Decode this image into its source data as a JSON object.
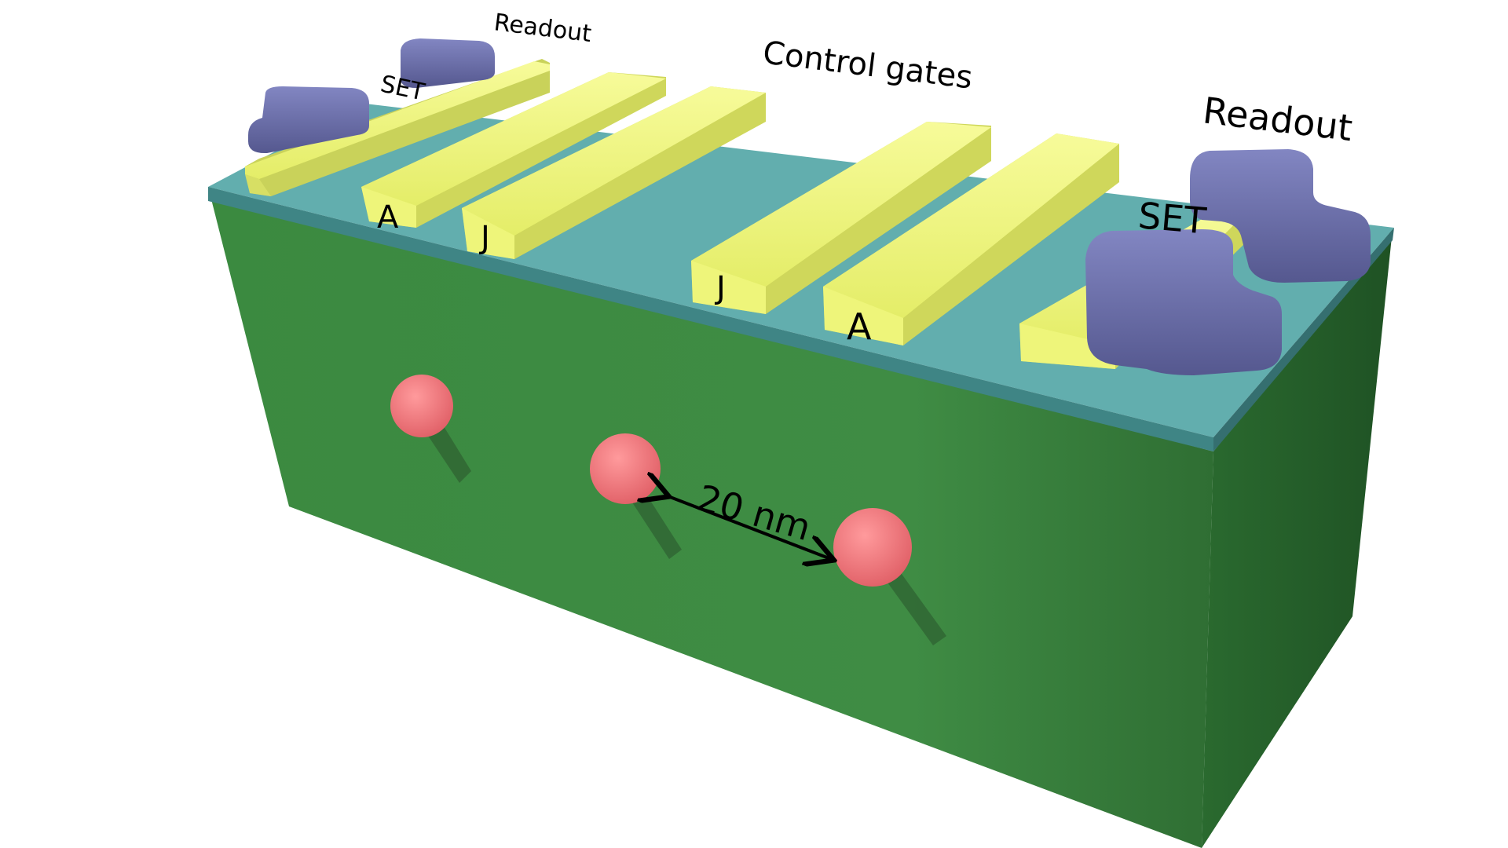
{
  "labels": {
    "readout_left": "Readout",
    "set_left": "SET",
    "control_gates": "Control gates",
    "readout_right": "Readout",
    "set_right": "SET",
    "gate_a_left": "A",
    "gate_j_left": "J",
    "gate_j_right": "J",
    "gate_a_right": "A",
    "distance": "20 nm"
  },
  "colors": {
    "substrate": "#3f8a43",
    "oxide": "#5fa9a8",
    "gate": "#eef57a",
    "set_island": "#6c6fad",
    "donor": "#ee6e74"
  }
}
